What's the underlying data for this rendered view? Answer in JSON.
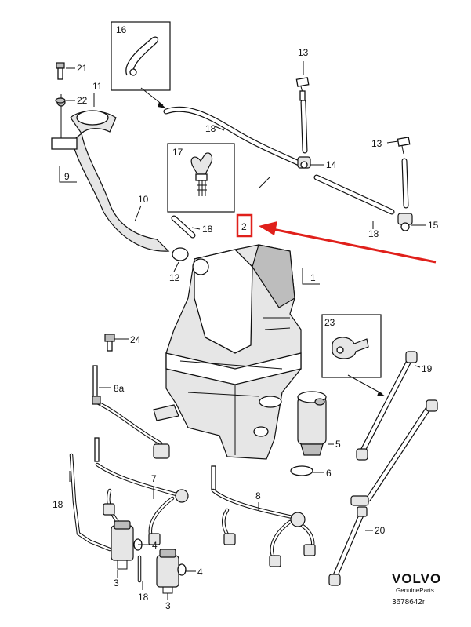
{
  "callouts": {
    "c1": "1",
    "c2": "2",
    "c3a": "3",
    "c3b": "3",
    "c4a": "4",
    "c4b": "4",
    "c5": "5",
    "c6": "6",
    "c7": "7",
    "c8": "8",
    "c8a": "8a",
    "c9": "9",
    "c10": "10",
    "c11": "11",
    "c12": "12",
    "c13a": "13",
    "c13b": "13",
    "c14": "14",
    "c15": "15",
    "c16": "16",
    "c17": "17",
    "c18a": "18",
    "c18b": "18",
    "c18c": "18",
    "c18d": "18",
    "c18e": "18",
    "c19": "19",
    "c20": "20",
    "c21": "21",
    "c22": "22",
    "c23": "23",
    "c24": "24"
  },
  "branding": {
    "brand": "VOLVO",
    "subtitle": "GenuineParts",
    "drawing_number": "3678642r"
  },
  "highlight": {
    "label": "2",
    "color": "#e0201b"
  }
}
